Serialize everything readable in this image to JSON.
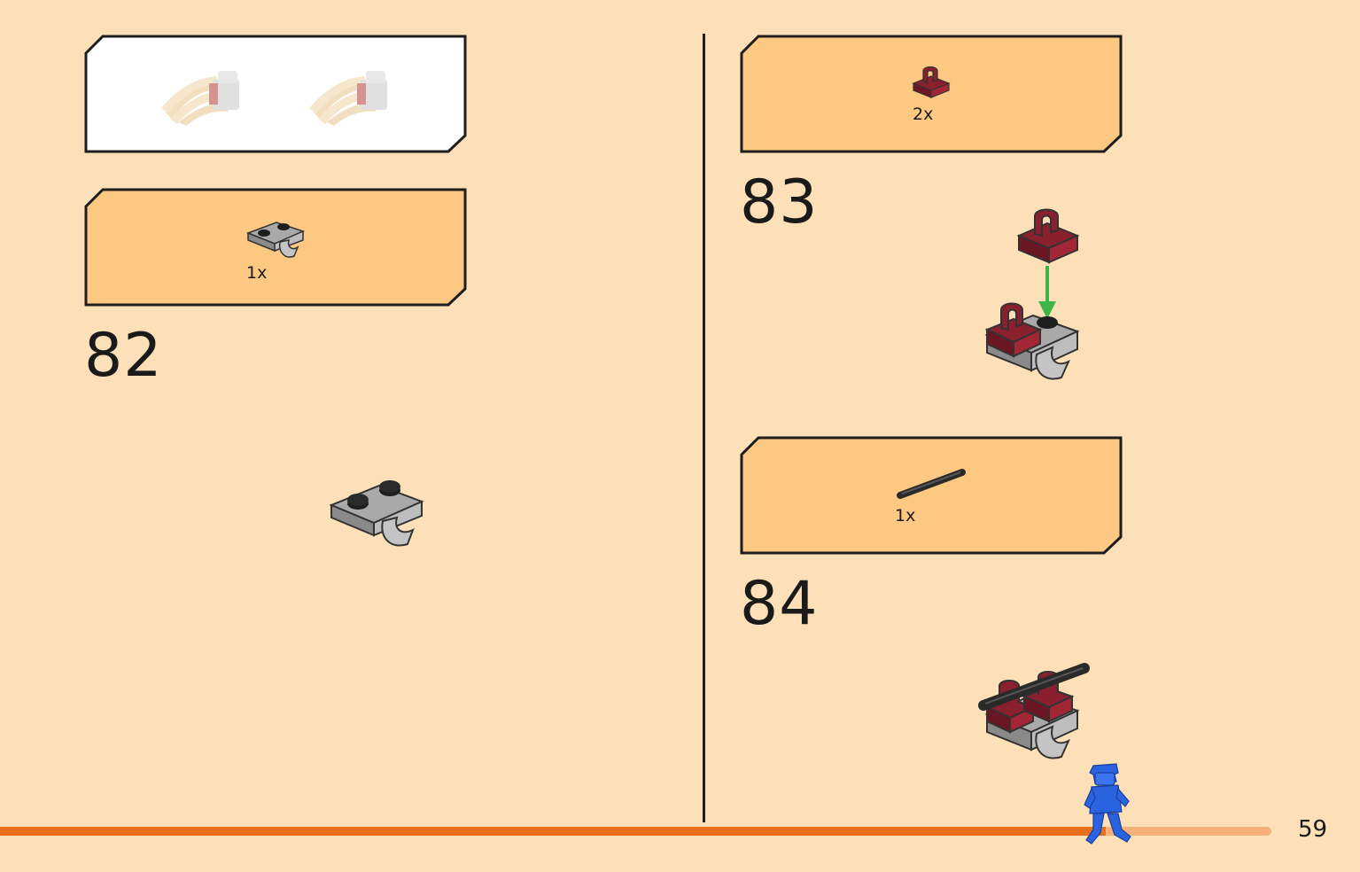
{
  "page_number": "59",
  "progress": {
    "fraction": 0.87
  },
  "top_left_box": {
    "kind": "sub-assembly-preview",
    "parts": [
      "claw-part",
      "claw-part"
    ]
  },
  "steps": [
    {
      "number": "82",
      "parts": [
        {
          "qty": "1x",
          "part": "gray-plate-with-clip"
        }
      ]
    },
    {
      "number": "83",
      "parts": [
        {
          "qty": "2x",
          "part": "dark-red-tile-with-clip"
        }
      ]
    },
    {
      "number": "84",
      "parts": [
        {
          "qty": "1x",
          "part": "black-bar"
        }
      ]
    }
  ],
  "colors": {
    "page_bg": "#fde0b8",
    "parts_box_bg": "#fdc882",
    "progress_done": "#ea6f1a",
    "progress_remaining": "#f6b07a",
    "mascot": "#2a63e0",
    "arrow": "#3cb44a"
  }
}
